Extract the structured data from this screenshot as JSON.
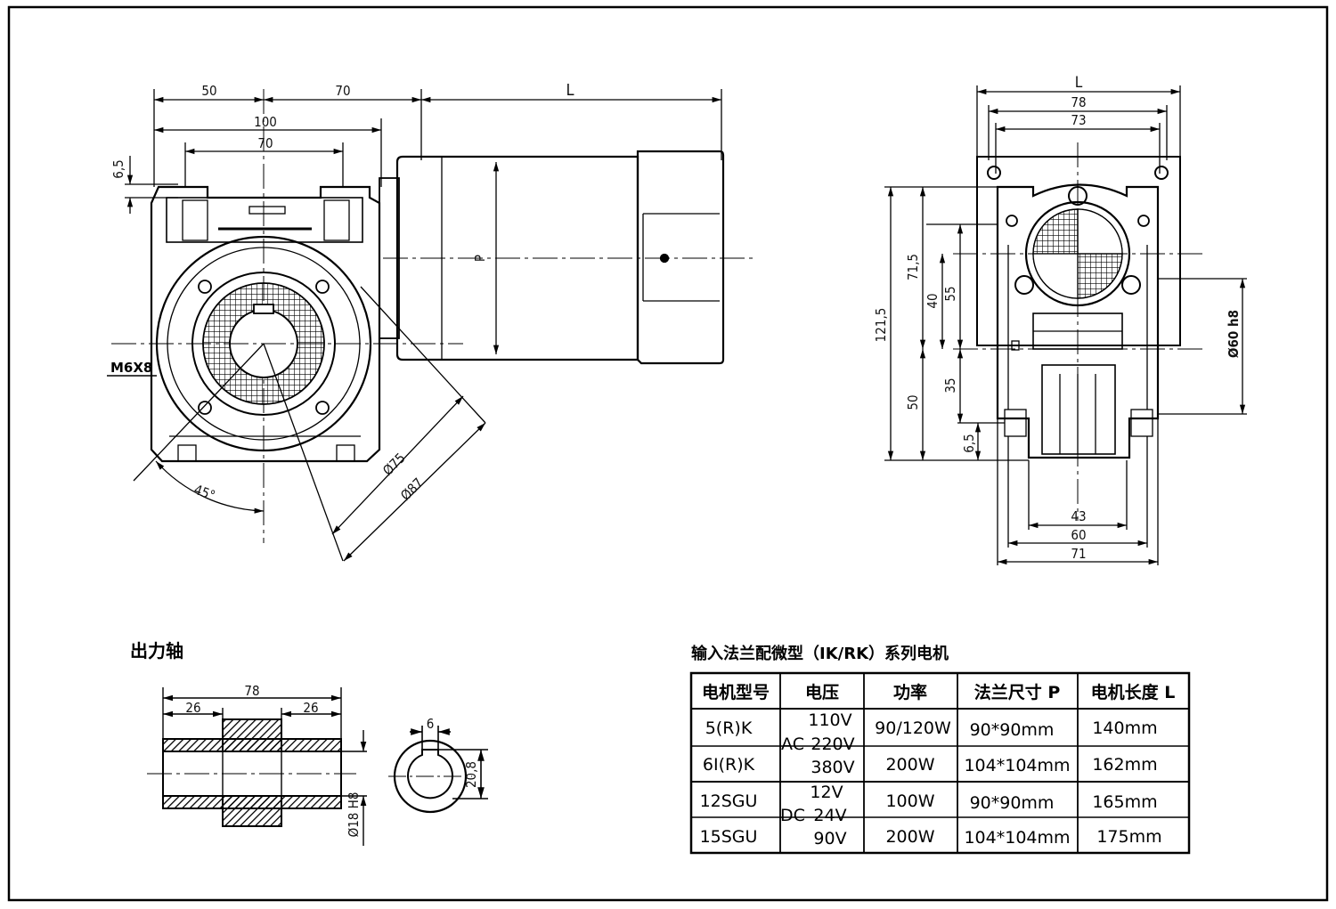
{
  "front_view": {
    "dims": {
      "top_50": "50",
      "top_70": "70",
      "motor_L": "L",
      "width_100": "100",
      "bolt_70": "70",
      "height_6_5": "6,5",
      "motor_P": "P",
      "thread_m6x8": "M6X8",
      "angle_45": "45°",
      "dia_75": "Ø75",
      "dia_87": "Ø87"
    }
  },
  "side_view": {
    "dims": {
      "top_L": "L",
      "w_78": "78",
      "w_73": "73",
      "h_71_5": "71,5",
      "h_121_5": "121,5",
      "h_40": "40",
      "h_55": "55",
      "h_35": "35",
      "h_50": "50",
      "h_6_5": "6,5",
      "dia_60h8": "Ø60 h8",
      "w_43": "43",
      "w_60": "60",
      "w_71": "71"
    }
  },
  "output_shaft": {
    "title": "出力轴",
    "dims": {
      "len_78": "78",
      "len_26_left": "26",
      "len_26_right": "26",
      "bore": "Ø18 H8",
      "key_width": "6",
      "key_height": "20,8"
    }
  },
  "motor_table": {
    "title": "输入法兰配微型（IK/RK）系列电机",
    "headers": [
      "电机型号",
      "电压",
      "功率",
      "法兰尺寸 P",
      "电机长度 L"
    ],
    "voltage_groups": [
      {
        "type": "AC",
        "values": [
          "110V",
          "220V",
          "380V"
        ]
      },
      {
        "type": "DC",
        "values": [
          "12V",
          "24V",
          "90V"
        ]
      }
    ],
    "rows": [
      {
        "model": "5(R)K",
        "power": "90/120W",
        "flange": "90*90mm",
        "length": "140mm"
      },
      {
        "model": "6I(R)K",
        "power": "200W",
        "flange": "104*104mm",
        "length": "162mm"
      },
      {
        "model": "12SGU",
        "power": "100W",
        "flange": "90*90mm",
        "length": "165mm"
      },
      {
        "model": "15SGU",
        "power": "200W",
        "flange": "104*104mm",
        "length": "175mm"
      }
    ]
  }
}
